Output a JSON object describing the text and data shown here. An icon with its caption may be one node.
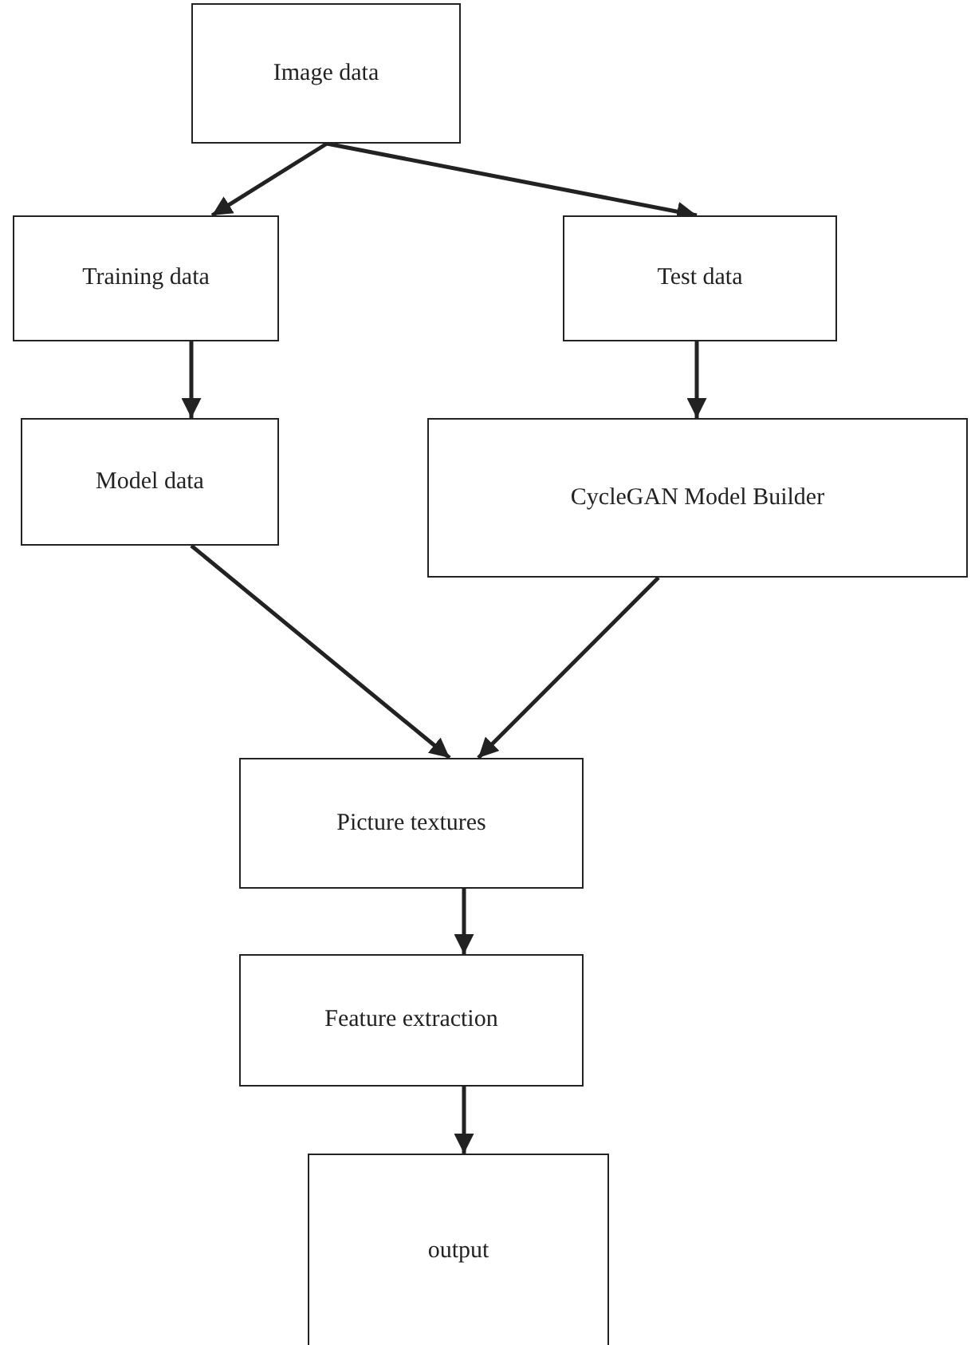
{
  "diagram": {
    "nodes": [
      {
        "text": [
          "Image data"
        ]
      },
      {
        "text": [
          "Training data"
        ]
      },
      {
        "text": [
          "Test data"
        ]
      },
      {
        "text": [
          "Model data"
        ]
      },
      {
        "text": [
          "CycleGAN Model Builder"
        ]
      },
      {
        "text": [
          "Picture textures"
        ]
      },
      {
        "text": [
          "Feature extraction"
        ]
      },
      {
        "text": [
          "output"
        ]
      }
    ],
    "edges": [
      {
        "from": 0,
        "to": 1,
        "arrow": "to"
      },
      {
        "from": 0,
        "to": 2,
        "arrow": "to"
      },
      {
        "from": 1,
        "to": 3,
        "arrow": "to"
      },
      {
        "from": 2,
        "to": 4,
        "arrow": "to"
      },
      {
        "from": 3,
        "to": 5,
        "arrow": "to"
      },
      {
        "from": 4,
        "to": 5,
        "arrow": "to"
      },
      {
        "from": 5,
        "to": 6,
        "arrow": "to"
      },
      {
        "from": 6,
        "to": 7,
        "arrow": "to"
      }
    ]
  }
}
